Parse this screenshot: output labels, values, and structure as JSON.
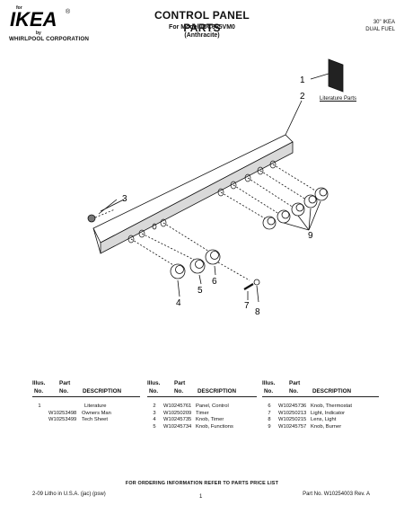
{
  "header": {
    "logo_for": "for",
    "logo_text": "IKEA",
    "logo_registered": "®",
    "logo_by": "by",
    "logo_corp": "WHIRLPOOL CORPORATION",
    "title": "CONTROL PANEL PARTS",
    "model": "For Model:IDC665VM0",
    "color": "(Anthracite)",
    "size": "30\" IKEA",
    "fuel": "DUAL FUEL"
  },
  "diagram": {
    "literature_label": "Literature Parts",
    "callouts": [
      "1",
      "2",
      "3",
      "9",
      "6",
      "5",
      "4",
      "7",
      "8"
    ]
  },
  "parts_table": {
    "headers": {
      "illus_1": "Illus.",
      "illus_2": "No.",
      "part_1": "Part",
      "part_2": "No.",
      "description": "DESCRIPTION"
    },
    "columns": [
      {
        "rows": [
          {
            "illus": "1",
            "part": "",
            "desc": "Literature"
          },
          {
            "illus": "",
            "part": "W10253498",
            "desc": "Owners Man"
          },
          {
            "illus": "",
            "part": "W10253499",
            "desc": "Tech Sheet"
          }
        ]
      },
      {
        "rows": [
          {
            "illus": "2",
            "part": "W10245761",
            "desc": "Panel, Control"
          },
          {
            "illus": "3",
            "part": "W10250209",
            "desc": "Timer"
          },
          {
            "illus": "4",
            "part": "W10245735",
            "desc": "Knob, Timer"
          },
          {
            "illus": "5",
            "part": "W10245734",
            "desc": "Knob, Functions"
          }
        ]
      },
      {
        "rows": [
          {
            "illus": "6",
            "part": "W10245736",
            "desc": "Knob, Thermostat"
          },
          {
            "illus": "7",
            "part": "W10250213",
            "desc": "Light, Indicator"
          },
          {
            "illus": "8",
            "part": "W10250215",
            "desc": "Lens, Light"
          },
          {
            "illus": "9",
            "part": "W10245757",
            "desc": "Knob, Burner"
          }
        ]
      }
    ]
  },
  "footer": {
    "ordering": "FOR ORDERING INFORMATION REFER TO PARTS PRICE LIST",
    "litho": "2-09 Litho in U.S.A. (jac) (psw)",
    "page": "1",
    "part_no": "Part No. W10254003 Rev. A"
  }
}
